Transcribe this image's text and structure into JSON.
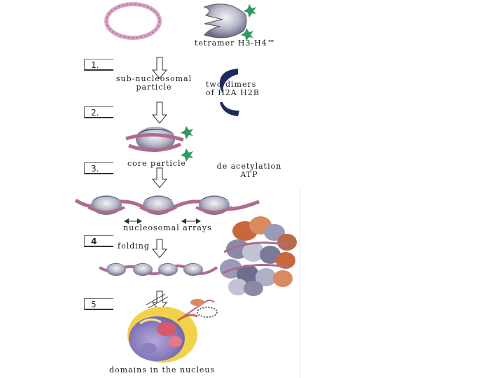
{
  "labels": {
    "tetramer": "tetramer H3-H4™",
    "subnucleosomal_line1": "sub-nucleosomal",
    "subnucleosomal_line2": "particle",
    "dimers_line1": "two dimers",
    "dimers_line2": "of H2A H2B",
    "core_particle": "core particle",
    "deacetylation_line1": "de acetylation",
    "deacetylation_line2": "ATP",
    "nucleosomal_arrays": "nucleosomal arrays",
    "folding": "folding",
    "domains": "domains in the nucleus"
  },
  "steps": [
    "1.",
    "2.",
    "3.",
    "4",
    "5"
  ],
  "colors": {
    "histone_dark": "#1f2a5c",
    "histone_light": "#c9c9d6",
    "dna": "#b06a8c",
    "acetyl_green": "#2f9a63",
    "fiber_orange": "#c8663c"
  }
}
